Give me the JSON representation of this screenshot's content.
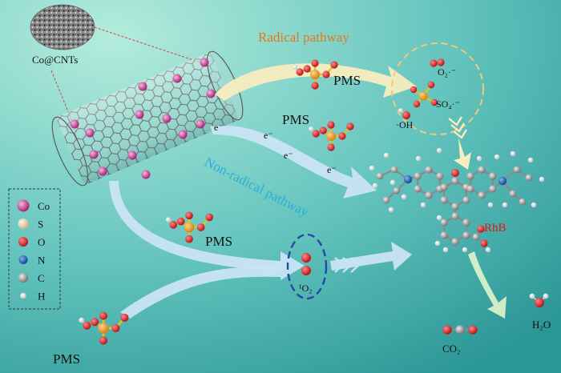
{
  "header": {
    "catalyst_label": "Co@CNTs"
  },
  "pathways": {
    "radical": "Radical pathway",
    "non_radical": "Non-radical pathway"
  },
  "oxidant": {
    "label": "PMS"
  },
  "electron": {
    "label": "e⁻"
  },
  "species": {
    "superoxide": "O₂·⁻",
    "sulfate_radical": "SO₄·⁻",
    "hydroxyl_radical": "·OH",
    "singlet_oxygen": "¹O₂",
    "pollutant": "RhB",
    "product_water": "H₂O",
    "product_co2": "CO₂"
  },
  "legend": {
    "items": [
      {
        "symbol": "Co",
        "color": "#cc2a8c"
      },
      {
        "symbol": "S",
        "color": "#ead6b0"
      },
      {
        "symbol": "O",
        "color": "#e01616"
      },
      {
        "symbol": "N",
        "color": "#1a63b4"
      },
      {
        "symbol": "C",
        "color": "#9a9a9a"
      },
      {
        "symbol": "H",
        "color": "#ffffff"
      }
    ]
  },
  "colors": {
    "radical_label": "#e07a20",
    "non_radical_label": "#28b0dc",
    "radical_arrow": "#f7edbf",
    "non_radical_arrow": "#c9e4f4",
    "singlet_oxygen_ring": "#2448a8",
    "radical_circle": "#f2c978"
  }
}
